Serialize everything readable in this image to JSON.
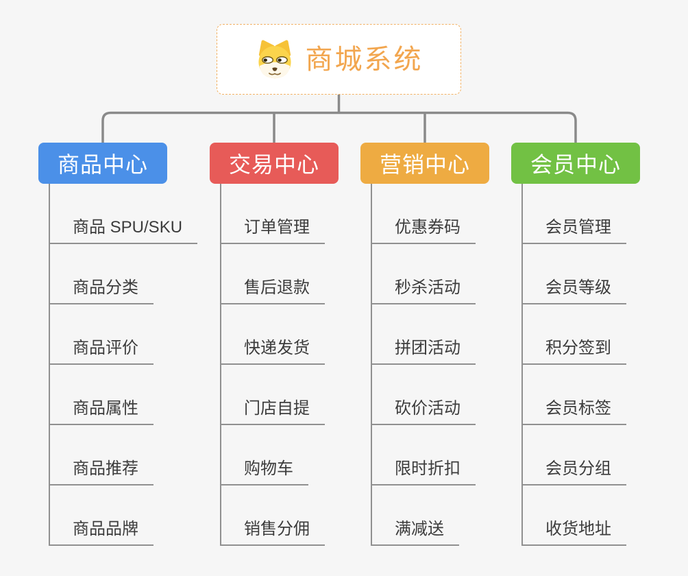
{
  "root": {
    "title": "商城系统",
    "icon": "doge-icon",
    "accent_color": "#f2a64f",
    "border_color": "#f2b163"
  },
  "connector_color": "#8a8a8a",
  "leaf_line_color": "#909090",
  "background_color": "#f6f6f6",
  "branches": [
    {
      "label": "商品中心",
      "color": "#4b90e8",
      "children": [
        "商品 SPU/SKU",
        "商品分类",
        "商品评价",
        "商品属性",
        "商品推荐",
        "商品品牌"
      ]
    },
    {
      "label": "交易中心",
      "color": "#e75b58",
      "children": [
        "订单管理",
        "售后退款",
        "快递发货",
        "门店自提",
        "购物车",
        "销售分佣"
      ]
    },
    {
      "label": "营销中心",
      "color": "#eeab42",
      "children": [
        "优惠券码",
        "秒杀活动",
        "拼团活动",
        "砍价活动",
        "限时折扣",
        "满减送"
      ]
    },
    {
      "label": "会员中心",
      "color": "#72c144",
      "children": [
        "会员管理",
        "会员等级",
        "积分签到",
        "会员标签",
        "会员分组",
        "收货地址"
      ]
    }
  ]
}
